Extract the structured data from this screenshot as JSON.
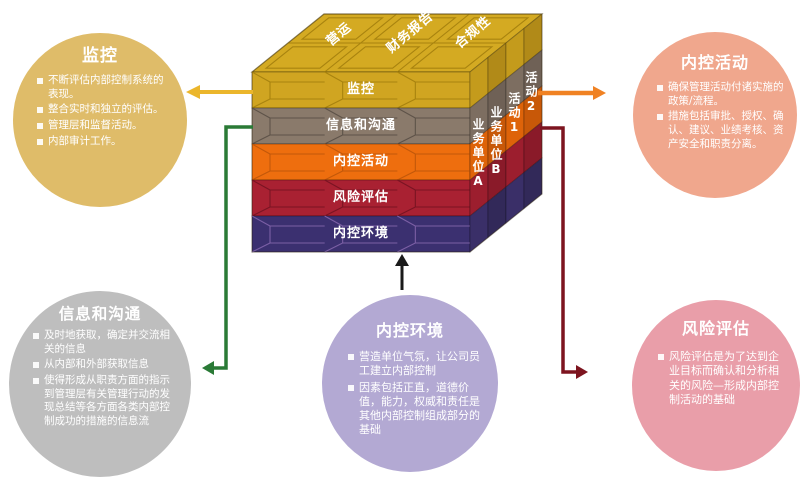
{
  "diagram": {
    "circles": [
      {
        "id": "monitoring",
        "title": "监控",
        "color": "#DFBC69",
        "bullets": [
          "不断评估内部控制系统的表现。",
          "整合实时和独立的评估。",
          "管理层和监督活动。",
          "内部审计工作。"
        ]
      },
      {
        "id": "control-activities",
        "title": "内控活动",
        "color": "#F0A78D",
        "bullets": [
          "确保管理活动付诸实施的政策/流程。",
          "措施包括审批、授权、确认、建议、业绩考核、资产安全和职责分离。"
        ]
      },
      {
        "id": "information-communication",
        "title": "信息和沟通",
        "color": "#BEBEBE",
        "bullets": [
          "及时地获取，确定并交流相关的信息",
          "从内部和外部获取信息",
          "使得形成从职责方面的指示到管理层有关管理行动的发现总结等各方面各类内部控制成功的措施的信息流"
        ]
      },
      {
        "id": "control-environment",
        "title": "内控环境",
        "color": "#B3A9D3",
        "bullets": [
          "营造单位气氛，让公司员工建立内部控制",
          "因素包括正直，道德价值，能力，权威和责任是其他内部控制组成部分的基础"
        ]
      },
      {
        "id": "risk-assessment",
        "title": "风险评估",
        "color": "#E99EA9",
        "bullets": [
          "风险评估是为了达到企业目标而确认和分析相关的风险—形成内部控制活动的基础"
        ]
      }
    ],
    "cube": {
      "top": {
        "color": "#D4AA22",
        "bevel": "#A8830F",
        "labels": [
          "营运",
          "财务报告",
          "合规性"
        ]
      },
      "layers": [
        {
          "label": "监控",
          "front": "#D0A521",
          "side1": "#C49B1C",
          "side2": "#B18A18",
          "bevel": "#A8830F"
        },
        {
          "label": "信息和沟通",
          "front": "#8A7A6B",
          "side1": "#7D6E61",
          "side2": "#6F6156",
          "bevel": "#5E5349"
        },
        {
          "label": "内控活动",
          "front": "#EE6E0E",
          "side1": "#DE6309",
          "side2": "#C85808",
          "bevel": "#C2580A"
        },
        {
          "label": "风险评估",
          "front": "#A92132",
          "side1": "#9C1E2E",
          "side2": "#8A1A29",
          "bevel": "#7A1423"
        },
        {
          "label": "内控环境",
          "front": "#3B3070",
          "side1": "#3A2F68",
          "side2": "#322959",
          "bevel": "#7B5FA5"
        }
      ],
      "side_labels": [
        "业务单位A",
        "业务单位B",
        "活动1",
        "活动2"
      ]
    },
    "arrows": {
      "monitoring": {
        "color": "#EBB62C"
      },
      "information": {
        "color": "#2A7A36"
      },
      "activities": {
        "color": "#F08223"
      },
      "risk": {
        "color": "#7D141F"
      },
      "environment": {
        "color": "#1A1A1A"
      }
    }
  }
}
